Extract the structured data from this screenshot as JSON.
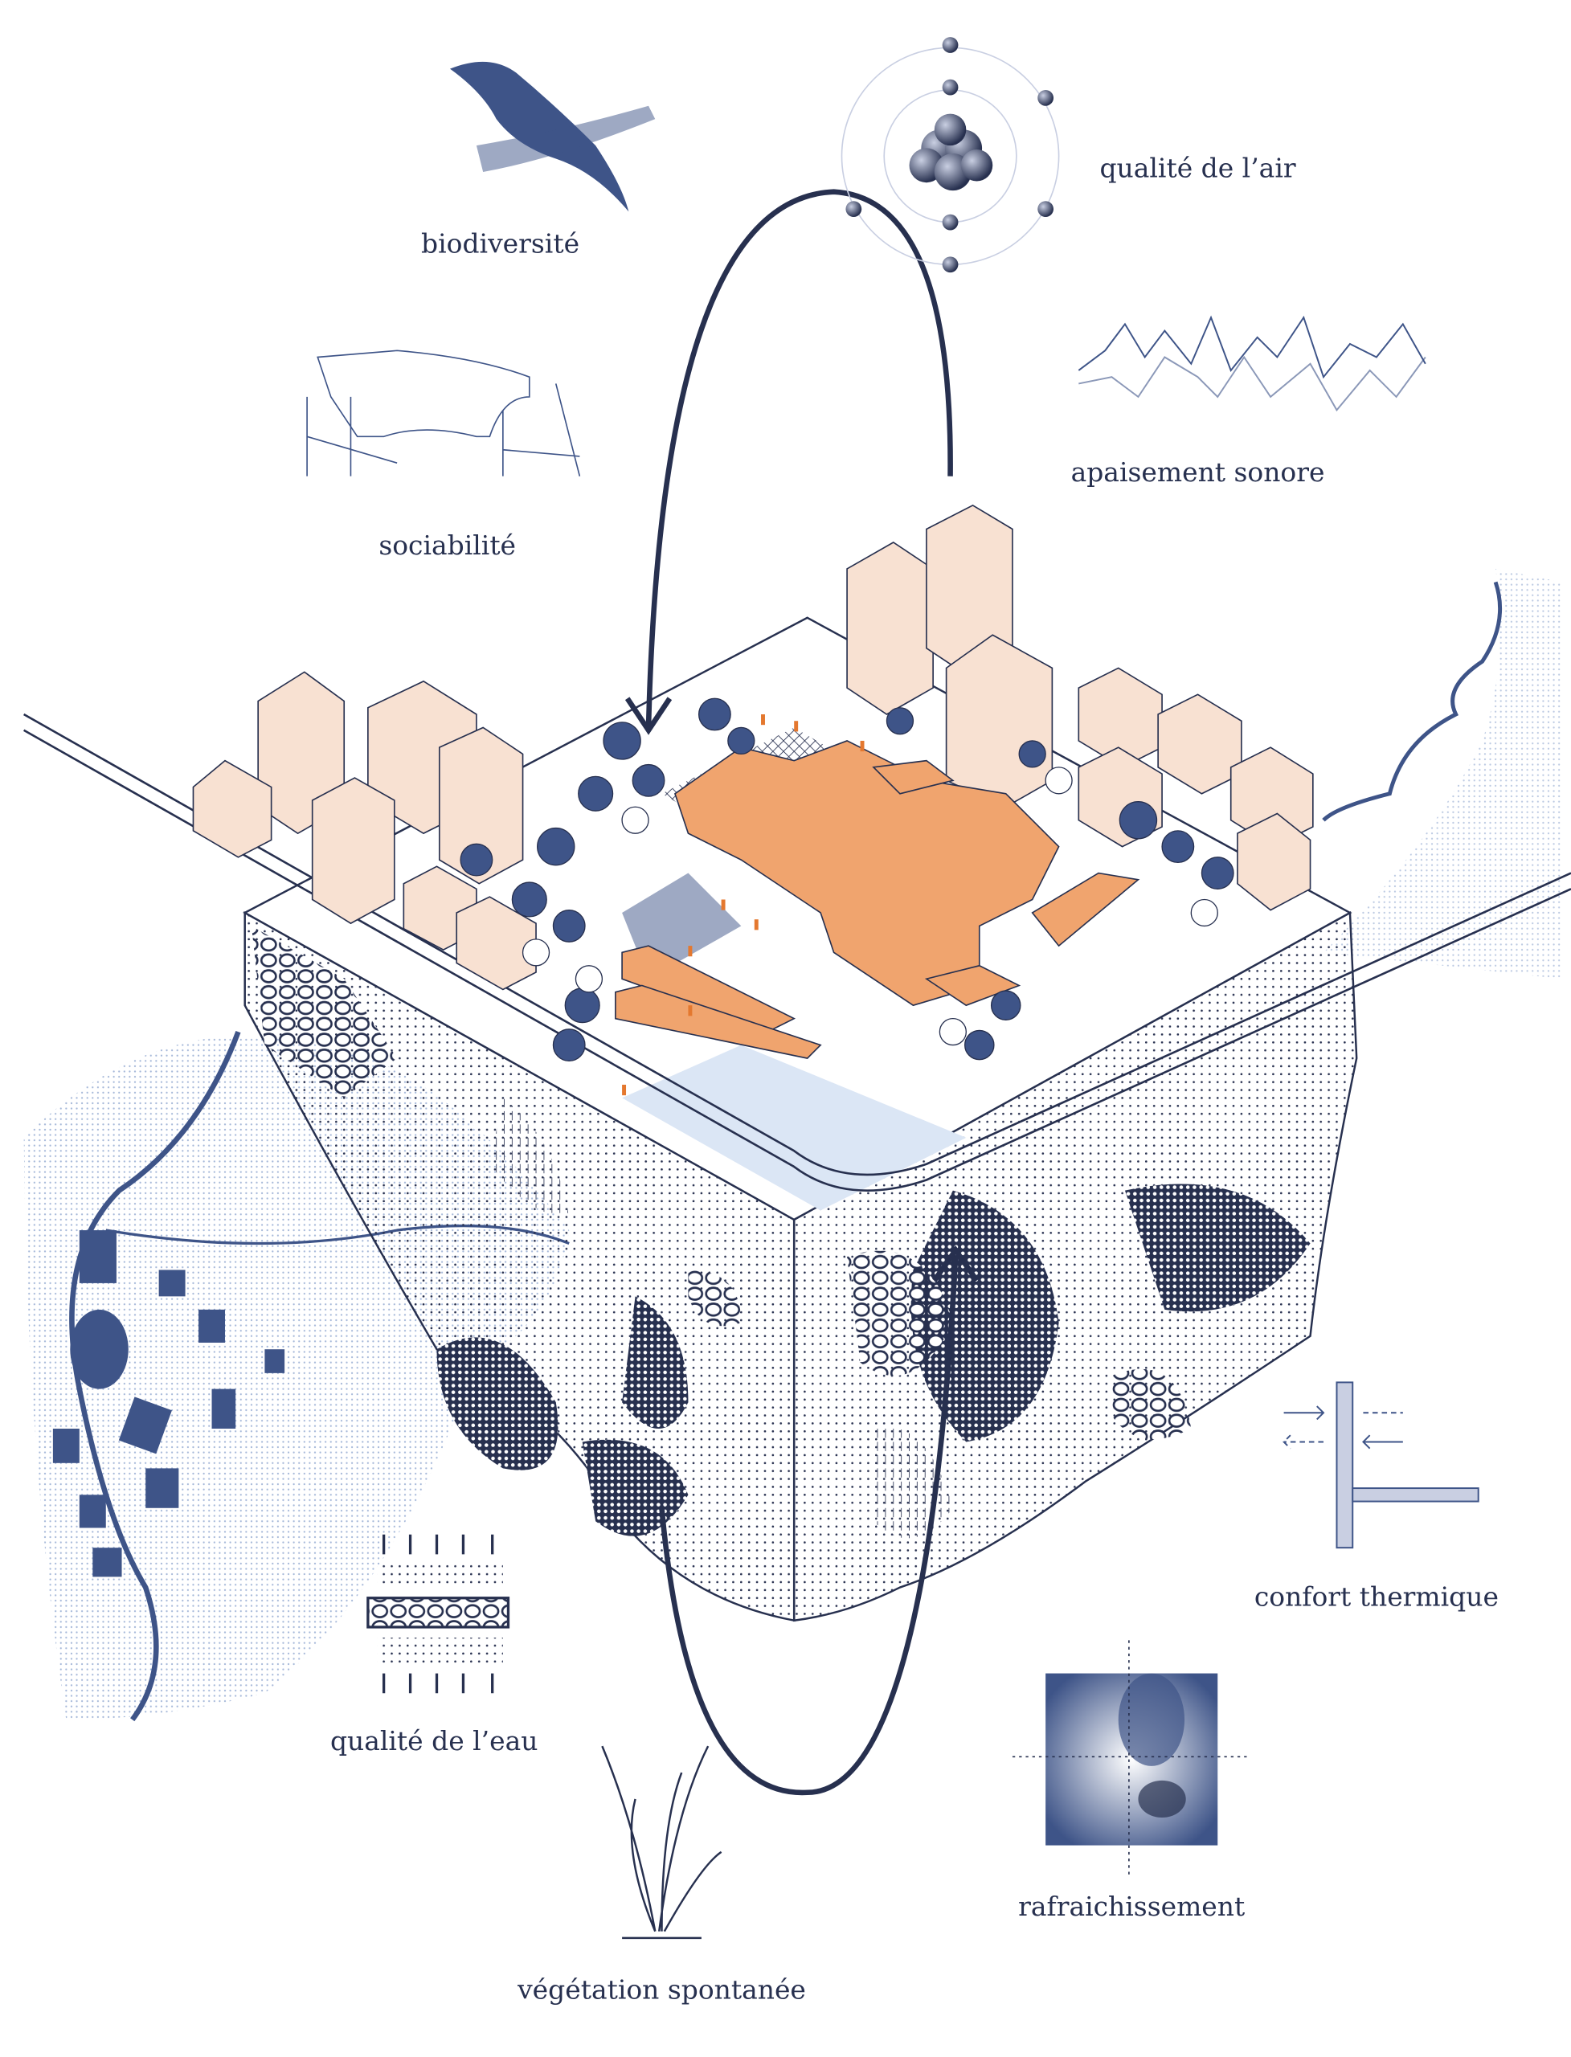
{
  "labels": {
    "biodiversity": "biodiversité",
    "air_quality": "qualité de l’air",
    "sound": "apaisement sonore",
    "sociability": "sociabilité",
    "thermal": "confort thermique",
    "water": "qualité de l’eau",
    "cooling": "rafraichissement",
    "vegetation": "végétation spontanée"
  },
  "colors": {
    "navy": "#27304f",
    "blue": "#3e5488",
    "pale_blue": "#dbe6f5",
    "orange": "#f0a46e",
    "orange_dark": "#e4782f",
    "beige": "#f8e1d2"
  }
}
